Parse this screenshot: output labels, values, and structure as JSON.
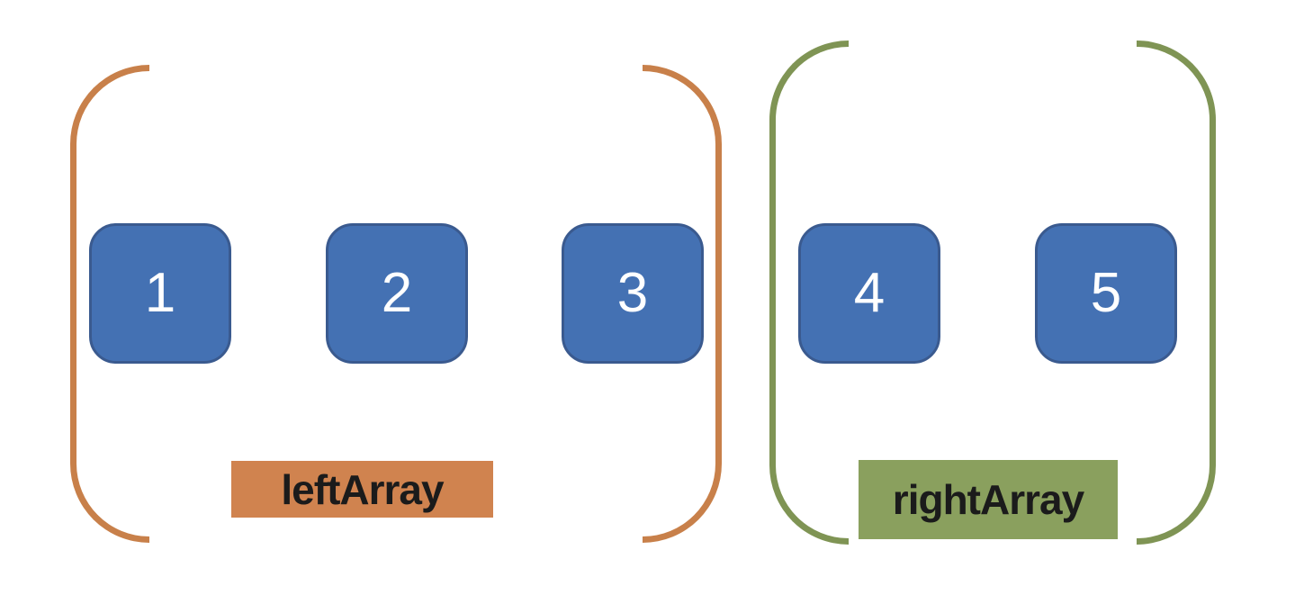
{
  "colors": {
    "background": "#ffffff",
    "box-fill": "#4471b3",
    "box-border": "#3a5a8f",
    "box-text": "#ffffff",
    "left-bracket": "#c8804a",
    "left-label-bg": "#d0834f",
    "right-bracket": "#7f9454",
    "right-label-bg": "#8aa05e",
    "label-text": "#1b1b1b"
  },
  "arrays": [
    {
      "name": "leftArray",
      "items": [
        "1",
        "2",
        "3"
      ]
    },
    {
      "name": "rightArray",
      "items": [
        "4",
        "5"
      ]
    }
  ]
}
